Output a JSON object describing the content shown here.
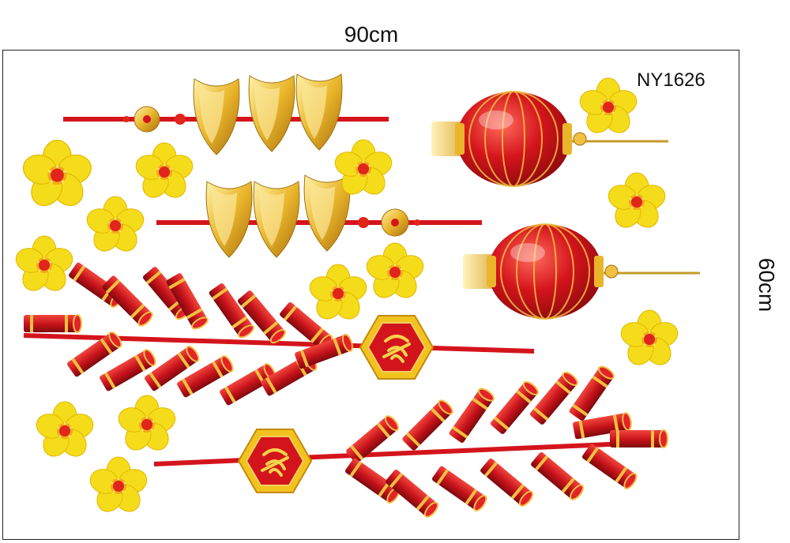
{
  "dimensions": {
    "width_label": "90cm",
    "height_label": "60cm"
  },
  "product_code": "NY1626",
  "colors": {
    "red": "#d4141c",
    "dark_red": "#a50d12",
    "gold": "#e9b52a",
    "light_gold": "#f8dd7a",
    "flower_yellow": "#f5dc1a",
    "flower_center": "#e0261a"
  },
  "decorations": {
    "flowers": "yellow-apricot-blossom",
    "lanterns": "red-lantern",
    "ingots": "gold-ingot",
    "firecrackers": "red-firecracker",
    "charms": "hexagon-fortune-charm"
  }
}
